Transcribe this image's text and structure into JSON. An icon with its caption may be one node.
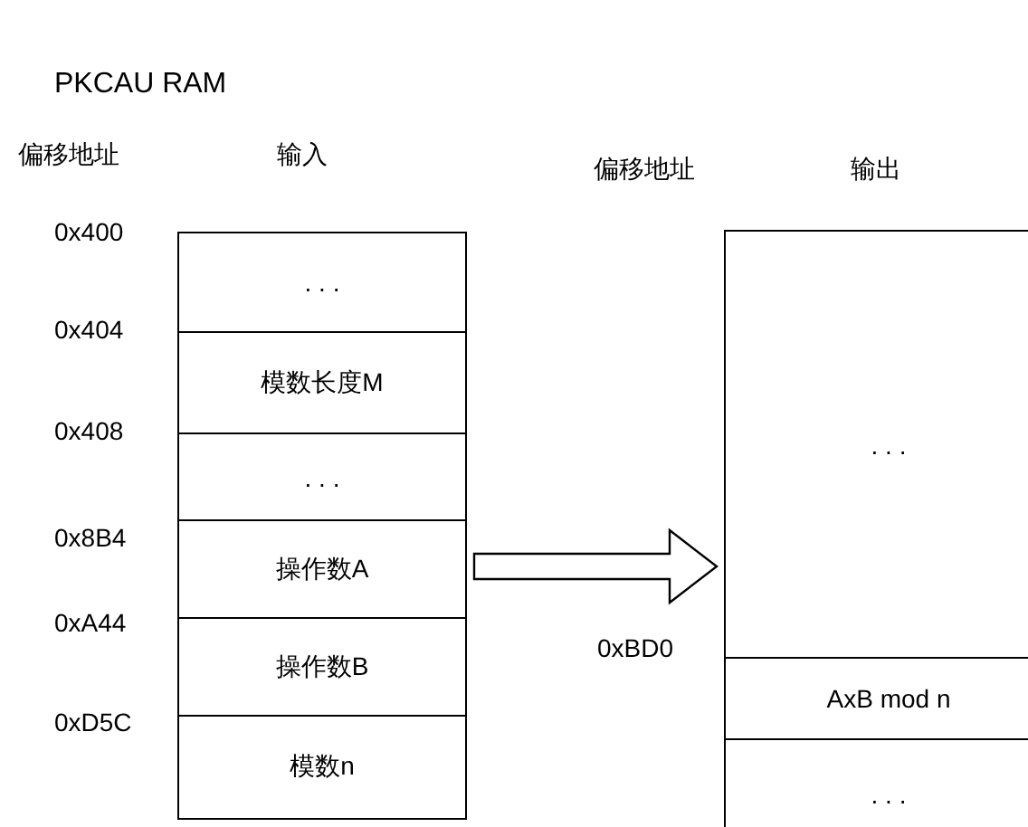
{
  "diagram": {
    "title": "PKCAU RAM",
    "nodes": [
      {
        "text": [],
        "shape": "box"
      },
      {
        "text": [
          ". . ."
        ],
        "in": 0
      },
      {
        "text": [
          "模数长度M"
        ],
        "in": 0
      },
      {
        "text": [
          ". . ."
        ],
        "in": 0
      },
      {
        "text": [
          "操作数A"
        ],
        "in": 0
      },
      {
        "text": [
          "操作数B"
        ],
        "in": 0
      },
      {
        "text": [
          "模数n"
        ],
        "in": 0
      },
      {
        "text": [],
        "shape": "box"
      },
      {
        "text": [
          ". . ."
        ],
        "in": 7
      },
      {
        "text": [
          "AxB mod n"
        ],
        "in": 7
      },
      {
        "text": [
          ". . ."
        ],
        "in": 7
      }
    ],
    "edges": [
      {
        "from": 0,
        "to": 7,
        "arrow": "to"
      }
    ],
    "labels": [
      "偏移地址",
      "输入",
      "偏移地址",
      "输出",
      "0x400",
      "0x404",
      "0x408",
      "0x8B4",
      "0xA44",
      "0xD5C",
      "0xBD0"
    ]
  }
}
